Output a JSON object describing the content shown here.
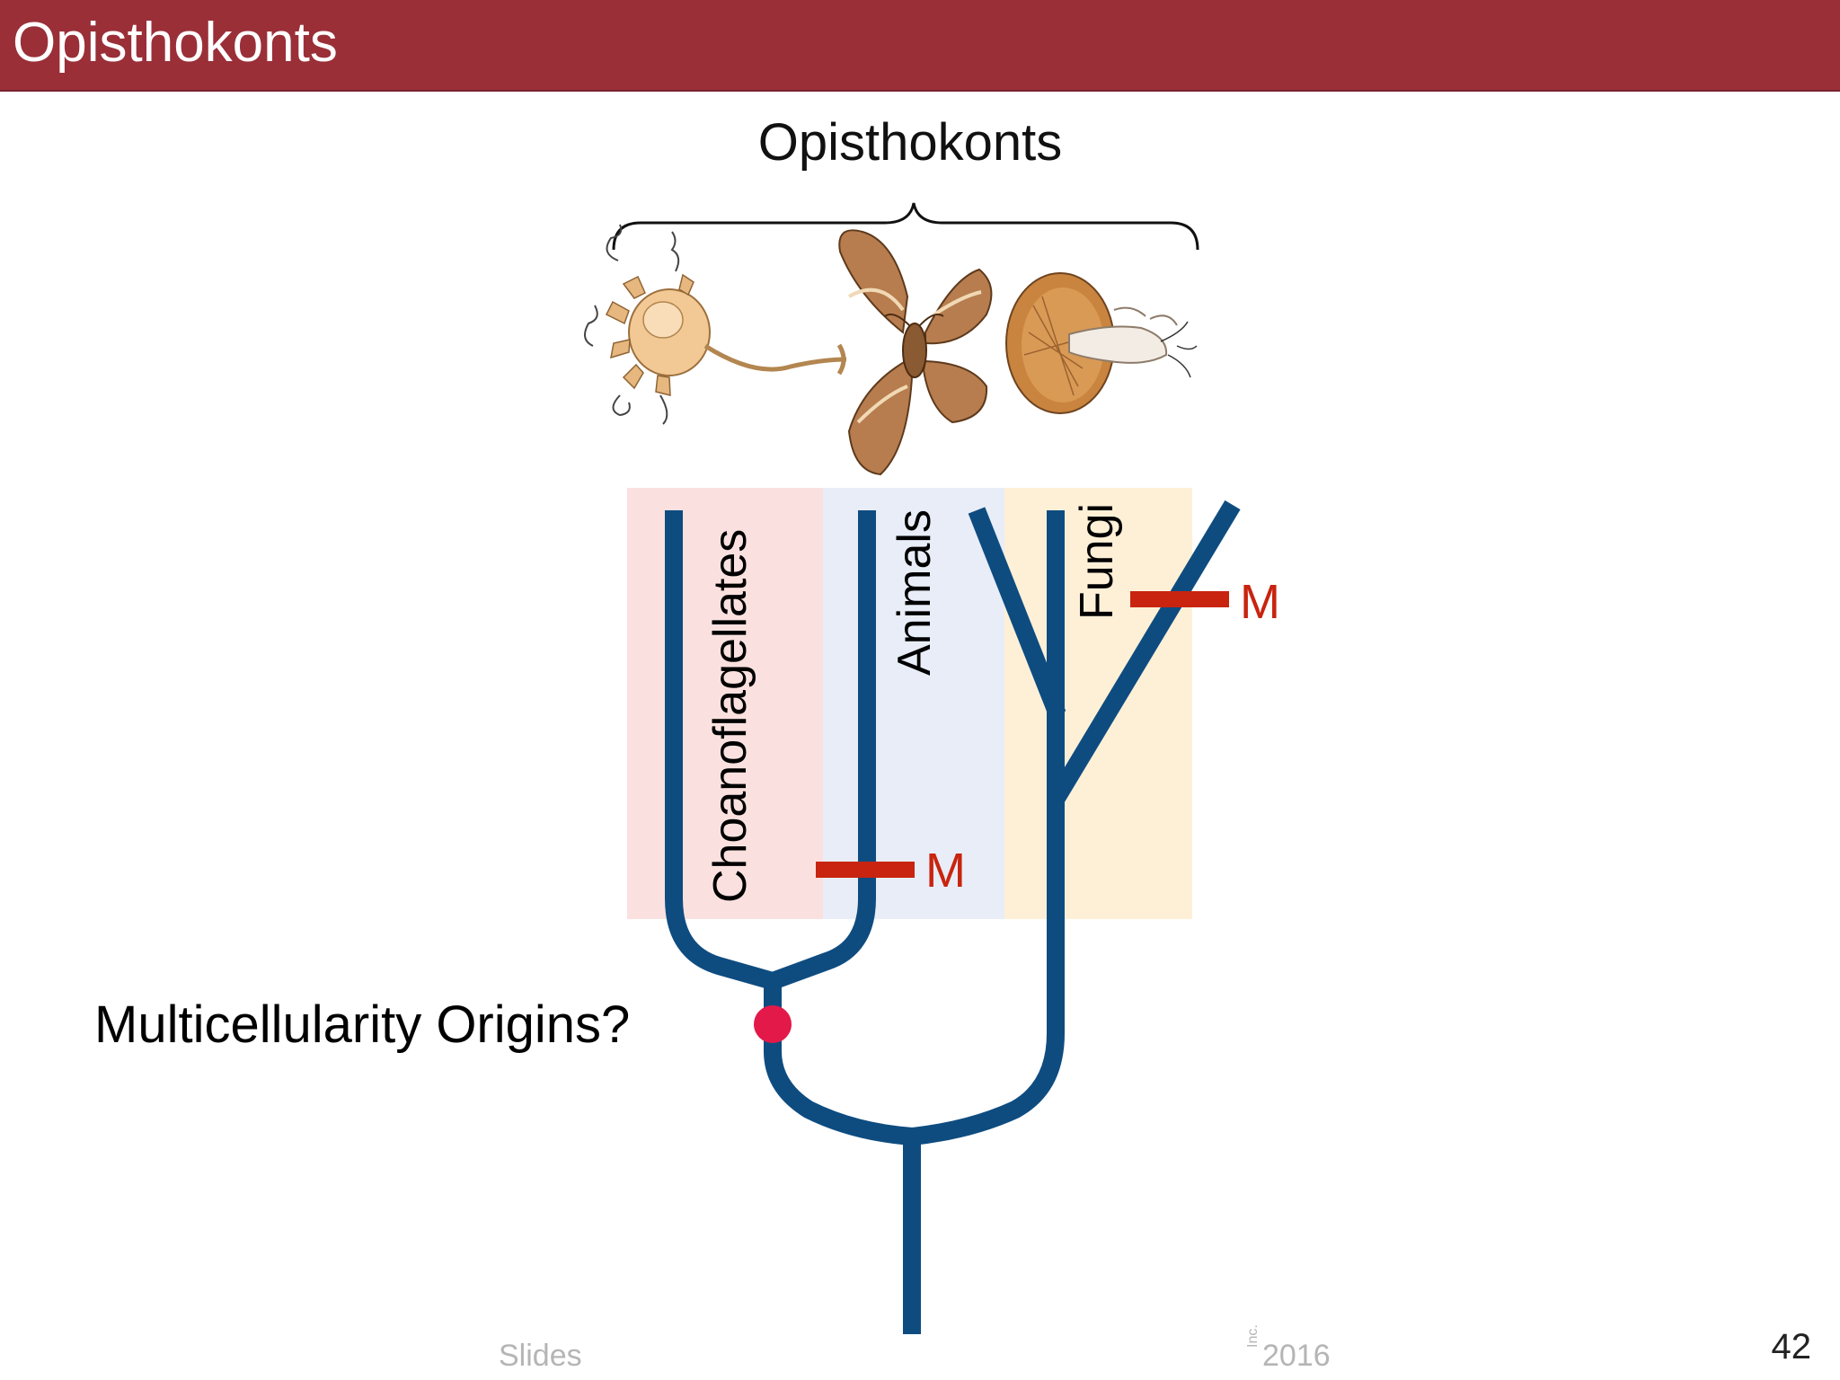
{
  "slide": {
    "title": "Opisthokonts",
    "page_number": "42",
    "footer_left": "Slides",
    "footer_right": "2016",
    "footer_small": "Inc."
  },
  "diagram": {
    "group_label": "Opisthokonts",
    "clades": [
      {
        "name": "Choanoflagellates",
        "band_color": "#fae1df"
      },
      {
        "name": "Animals",
        "band_color": "#e8edf7"
      },
      {
        "name": "Fungi",
        "band_color": "#fdf0d7"
      }
    ],
    "multicellularity_marker": "M",
    "node_label": "Multicellularity Origins?",
    "colors": {
      "branch": "#0e4c80",
      "marker": "#c8240f",
      "node_dot": "#e3194a"
    },
    "illustrations": [
      "choanoflagellate-colony",
      "moth",
      "mushroom"
    ]
  }
}
